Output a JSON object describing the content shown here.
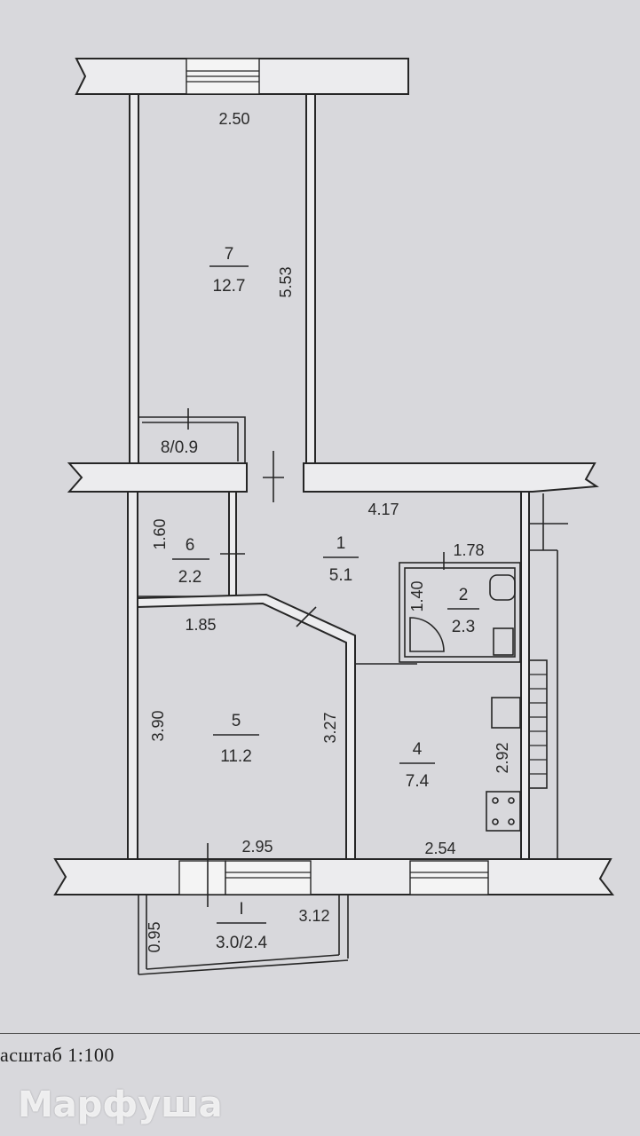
{
  "rooms": [
    {
      "id": "r7",
      "number": "7",
      "area": "12.7"
    },
    {
      "id": "r8",
      "label": "8/0.9"
    },
    {
      "id": "r6",
      "number": "6",
      "area": "2.2"
    },
    {
      "id": "r1",
      "number": "1",
      "area": "5.1"
    },
    {
      "id": "r2",
      "number": "2",
      "area": "2.3"
    },
    {
      "id": "r5",
      "number": "5",
      "area": "11.2"
    },
    {
      "id": "r4",
      "number": "4",
      "area": "7.4"
    },
    {
      "id": "balcony",
      "number": "I",
      "area": "3.0/2.4"
    }
  ],
  "dimensions": {
    "d_250": "2.50",
    "d_553": "5.53",
    "d_417": "4.17",
    "d_160": "1.60",
    "d_178": "1.78",
    "d_140": "1.40",
    "d_185": "1.85",
    "d_390": "3.90",
    "d_327": "3.27",
    "d_292": "2.92",
    "d_295": "2.95",
    "d_254": "2.54",
    "d_312": "3.12",
    "d_095": "0.95"
  },
  "footer": {
    "scale": "асштаб 1:100",
    "watermark": "Марфуша"
  }
}
